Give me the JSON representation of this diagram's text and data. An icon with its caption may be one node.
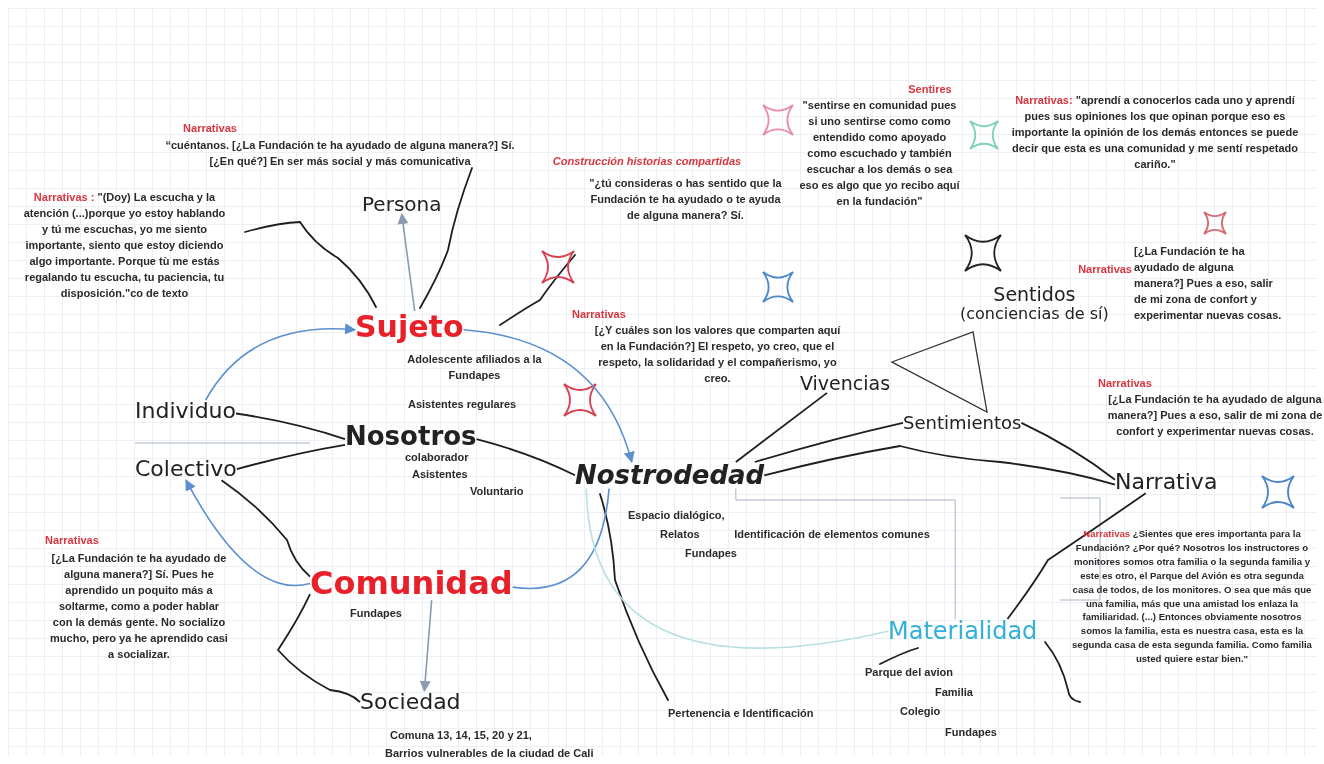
{
  "diagram": {
    "nodes": [
      {
        "text": [
          "Persona"
        ]
      },
      {
        "text": [
          "Sujeto"
        ]
      },
      {
        "text": [
          "Individuo"
        ]
      },
      {
        "text": [
          "Colectivo"
        ]
      },
      {
        "text": [
          "Nosotros"
        ]
      },
      {
        "text": [
          "Comunidad"
        ]
      },
      {
        "text": [
          "Sociedad"
        ]
      },
      {
        "text": [
          "Nostrodedad"
        ]
      },
      {
        "text": [
          "Vivencias"
        ]
      },
      {
        "text": [
          "Sentidos",
          "(conciencias de sí)"
        ]
      },
      {
        "text": [
          "Sentimientos"
        ]
      },
      {
        "text": [
          "Narrativa"
        ]
      },
      {
        "text": [
          "Materialidad"
        ]
      }
    ],
    "edges": [
      {
        "from": 1,
        "to": 0,
        "arrow": "to",
        "color": "#8a9bb0"
      },
      {
        "from": 2,
        "to": 1,
        "arrow": "to",
        "color": "#5b8fd0"
      },
      {
        "from": 1,
        "to": 7,
        "arrow": "to",
        "color": "#5b8fd0"
      },
      {
        "from": 5,
        "to": 3,
        "arrow": "to",
        "color": "#5b8fd0"
      },
      {
        "from": 5,
        "to": 6,
        "arrow": "to",
        "color": "#8a9bb0"
      },
      {
        "from": 5,
        "to": 7,
        "arrow": "none",
        "color": "#5b8fd0"
      },
      {
        "from": 7,
        "to": 12,
        "arrow": "none",
        "color": "#b9dfe3"
      },
      {
        "from": 2,
        "to": 4,
        "arrow": "none"
      },
      {
        "from": 3,
        "to": 4,
        "arrow": "none"
      },
      {
        "from": 4,
        "to": 7,
        "arrow": "none"
      },
      {
        "from": 7,
        "to": 8,
        "arrow": "none"
      },
      {
        "from": 7,
        "to": 11,
        "arrow": "none"
      },
      {
        "from": 7,
        "to": 10,
        "arrow": "none"
      },
      {
        "from": 5,
        "to": 6,
        "arrow": "none"
      },
      {
        "from": 3,
        "to": 5,
        "arrow": "none"
      },
      {
        "from": 12,
        "to": 11,
        "arrow": "none"
      },
      {
        "from": 10,
        "to": 11,
        "arrow": "none"
      },
      {
        "from": 7,
        "to": 12,
        "arrow": "none",
        "color": "#aab4c4"
      }
    ],
    "labels": [
      "Narrativas",
      "“cuéntanos. [¿La Fundación te ha ayudado de alguna manera?] Sí. [¿En qué?] En ser más social y más comunicativa",
      "Narrativas :",
      "\"(Doy) La escucha y la atención (...)porque yo estoy hablando y tú me escuchas, yo me siento importante, siento que estoy diciendo algo importante. Porque tù me estás regalando tu escucha, tu paciencia, tu disposición.\"co de texto",
      "Construcción historias compartidas",
      "\"¿tú consideras o has sentido que la Fundación te ha ayudado o te ayuda de alguna manera? Sí.",
      "Sentires",
      "\"sentirse en comunidad pues si uno sentirse como como entendido como apoyado como escuchado y también escuchar a los demás o sea eso es algo que yo recibo aquí en la fundación\"",
      "Narrativas:",
      "\"aprendí a conocerlos cada uno y aprendí pues sus opiniones los que opinan porque eso es importante la opinión de los demás entonces se puede decir que esta es una comunidad y me sentí respetado cariño.\"",
      "Narrativas",
      "[¿La Fundación te ha ayudado de alguna manera?] Pues a eso, salir de mi zona de confort y experimentar nuevas cosas.",
      "Narrativas",
      "[¿Y cuáles son los valores que comparten aquí en la Fundación?] El respeto, yo creo, que el respeto, la solidaridad y el compañerismo, yo creo.",
      "Adolescente afiliados a la Fundapes",
      "Asistentes regulares",
      "Narrativas",
      "[¿La Fundación te ha ayudado de alguna manera?] Pues a eso, salir de mi zona de confort y experimentar nuevas cosas.",
      "colaborador",
      "Asistentes",
      "Voluntario",
      "Espacio dialógico,",
      "Relatos",
      "Fundapes",
      "Identificación de elementos comunes",
      "Narrativas",
      "[¿La Fundación te ha ayudado de alguna manera?] Sí. Pues he aprendido un poquito más a soltarme, como a poder hablar con la demás gente. No socializo mucho, pero ya he aprendido casi a socializar.",
      "Fundapes",
      "Narrativas",
      "¿Sientes que eres importanta para la Fundación? ¿Por qué? Nosotros los instructores o monitores somos otra familia o la segunda familia y este es otro, el Parque del Avión es otra segunda casa de todos, de los monitores. O sea que más que una familia, más que una amistad los enlaza la familiaridad. (...) Entonces obviamente nosotros somos la familia, esta es nuestra casa, esta es la segunda casa de esta segunda familia. Como familia usted quiere estar bien.\"",
      "Parque del avion",
      "Familia",
      "Colegio",
      "Fundapes",
      "Pertenencia e Identificación",
      "Comuna 13, 14, 15, 20 y 21,",
      "Barrios vulnerables de la ciudad de Cali"
    ]
  }
}
